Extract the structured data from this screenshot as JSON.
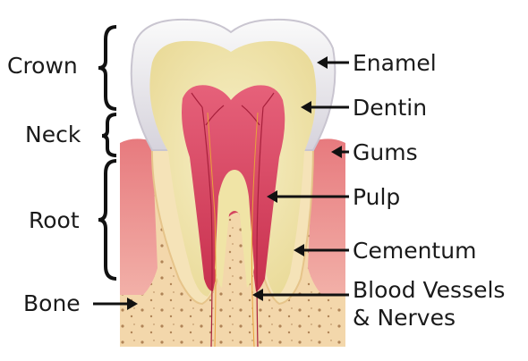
{
  "labels": {
    "crown": "Crown",
    "neck": "Neck",
    "root": "Root",
    "bone": "Bone",
    "enamel": "Enamel",
    "dentin": "Dentin",
    "gums": "Gums",
    "pulp": "Pulp",
    "cementum": "Cementum",
    "vessels_line1": "Blood Vessels",
    "vessels_line2": "& Nerves"
  },
  "colors": {
    "enamel": "#eceaf0",
    "dentin": "#f3eab8",
    "pulp": "#e24f6c",
    "gums": "#ec8a8c",
    "bone": "#f2d3a6",
    "cementum": "#f7e6c0",
    "ink": "#111111"
  }
}
